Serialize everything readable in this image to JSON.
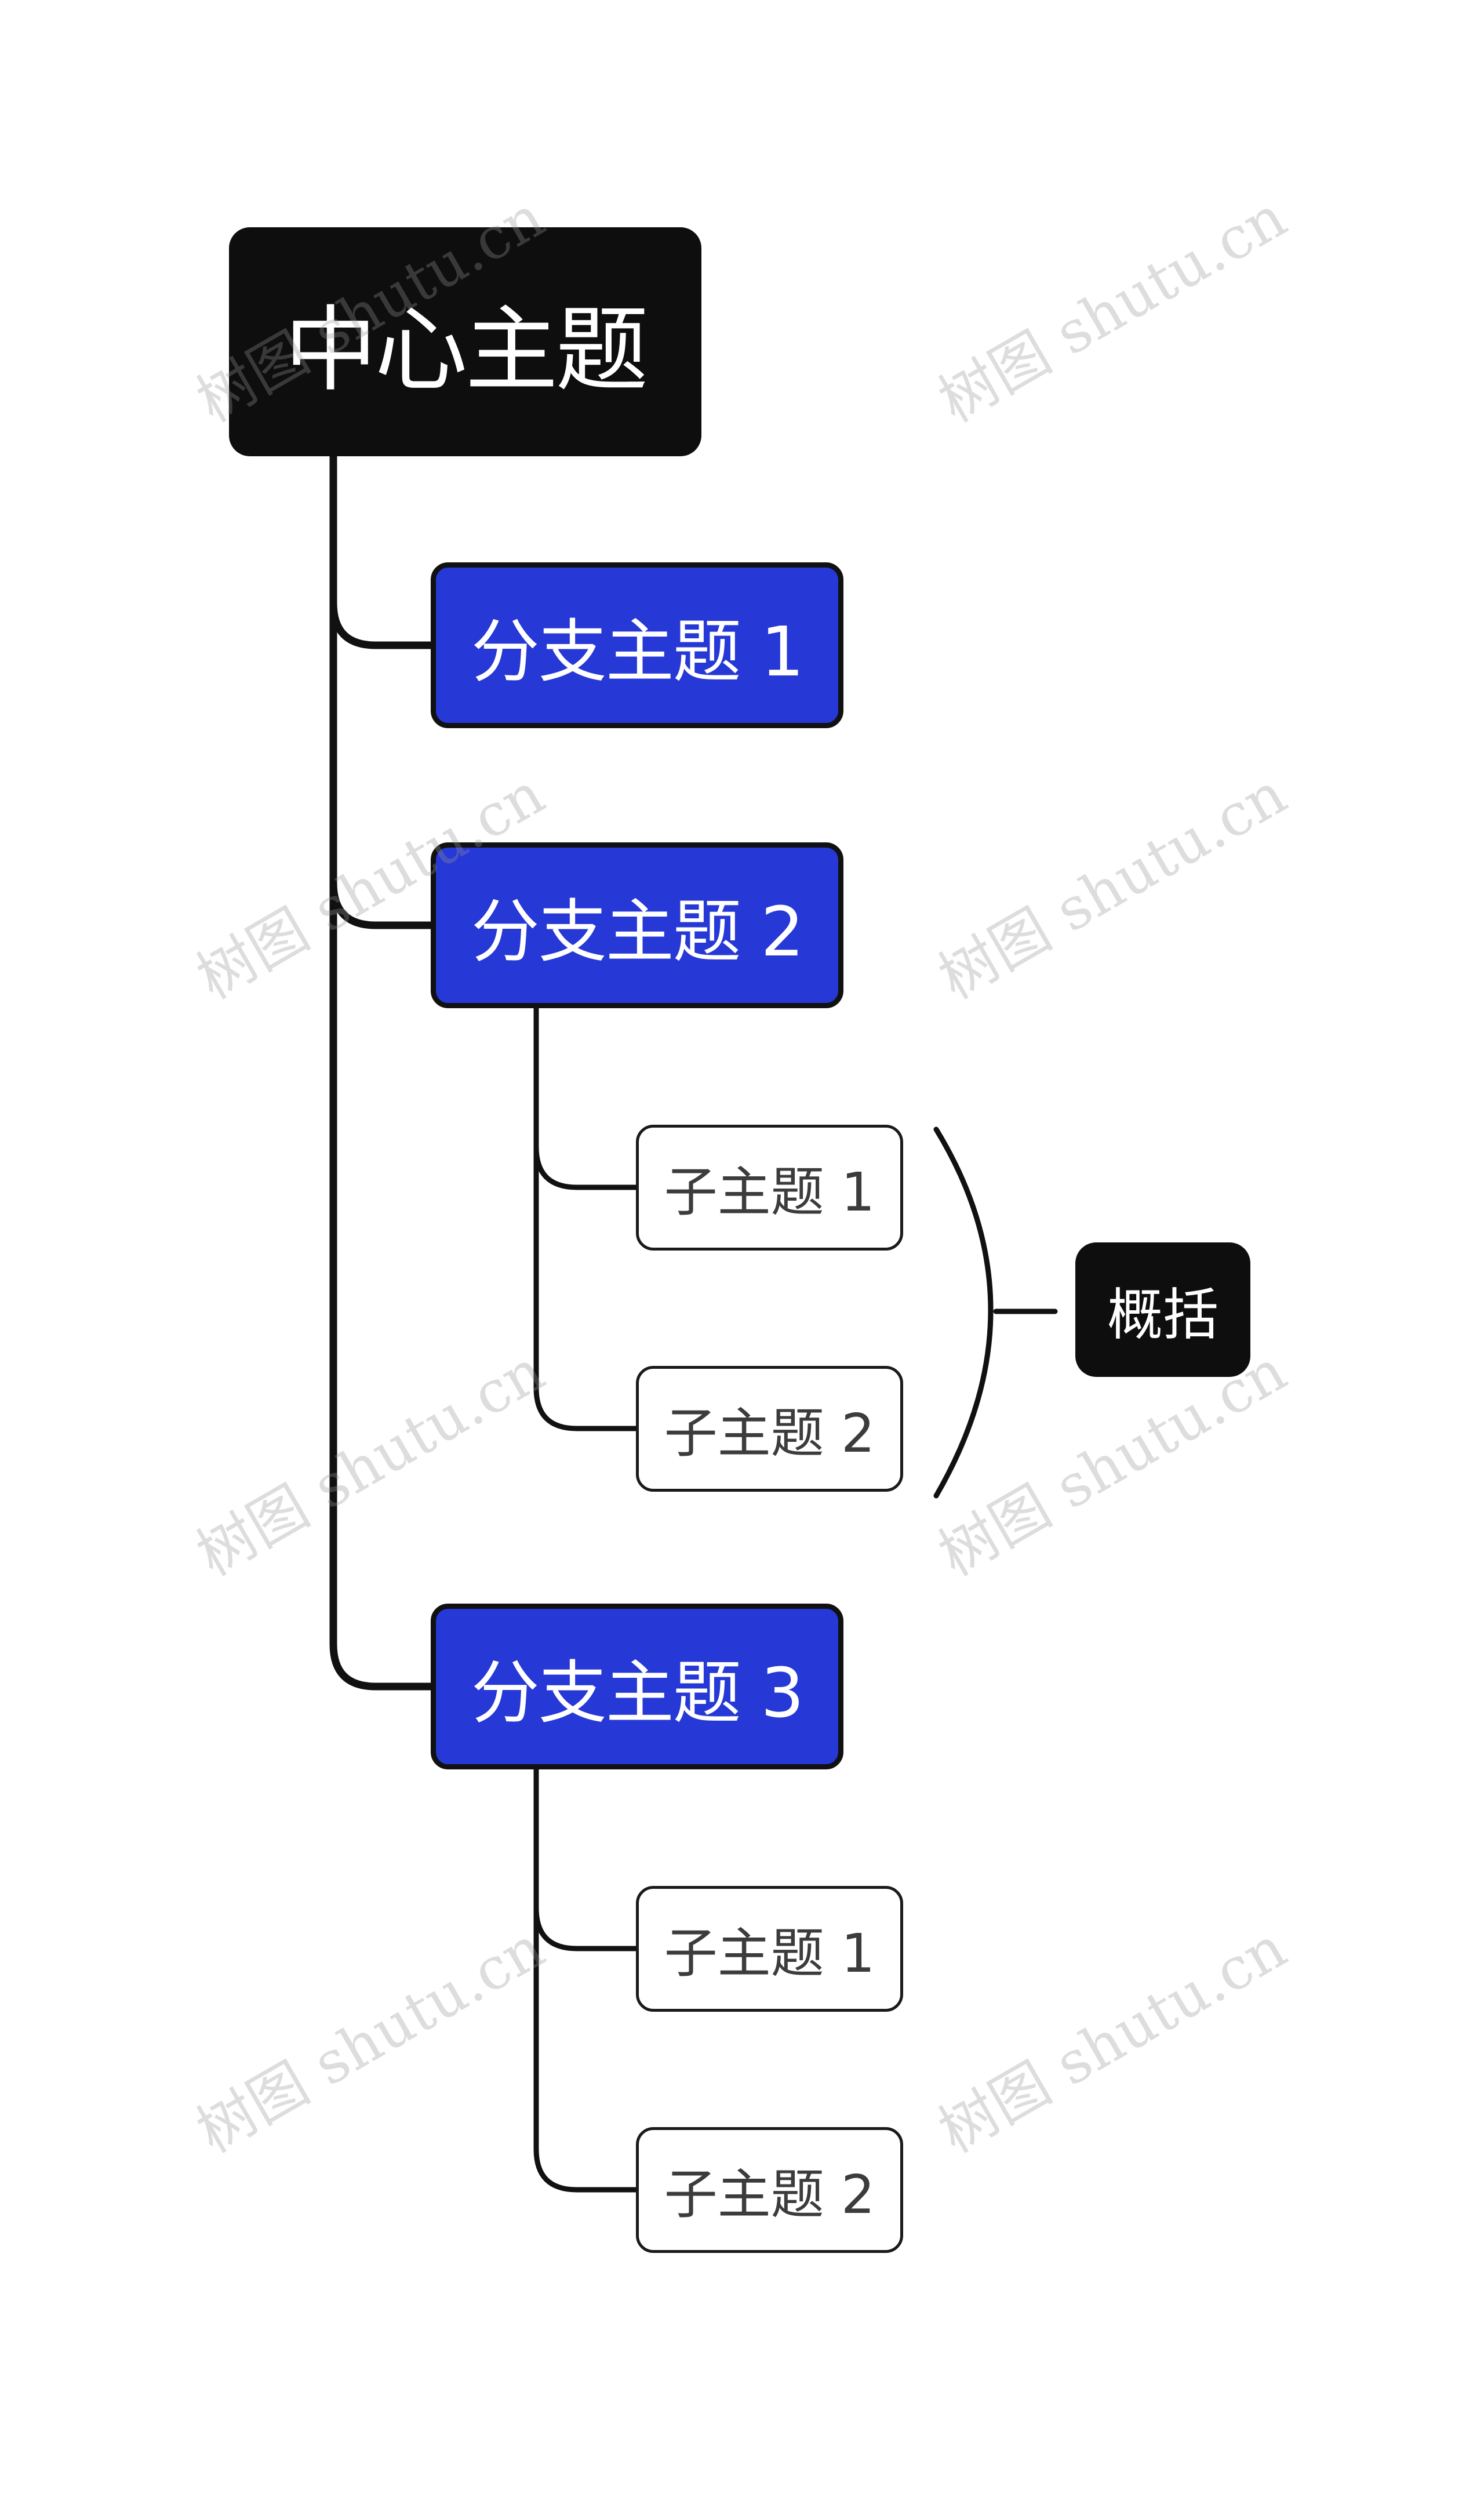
{
  "mindmap": {
    "root": {
      "label": "中心主题"
    },
    "branches": [
      {
        "label": "分支主题 1",
        "children": []
      },
      {
        "label": "分支主题 2",
        "children": [
          {
            "label": "子主题 1"
          },
          {
            "label": "子主题 2"
          }
        ]
      },
      {
        "label": "分支主题 3",
        "children": [
          {
            "label": "子主题 1"
          },
          {
            "label": "子主题 2"
          }
        ]
      }
    ],
    "summary": {
      "label": "概括",
      "target": "分支主题 2"
    }
  },
  "watermark": {
    "text": "树图 shutu.cn"
  },
  "colors": {
    "root_fill": "#0e0e0e",
    "branch_fill": "#2638d6",
    "subtopic_fill": "#ffffff",
    "connector": "#111111",
    "summary_fill": "#0e0e0e"
  }
}
